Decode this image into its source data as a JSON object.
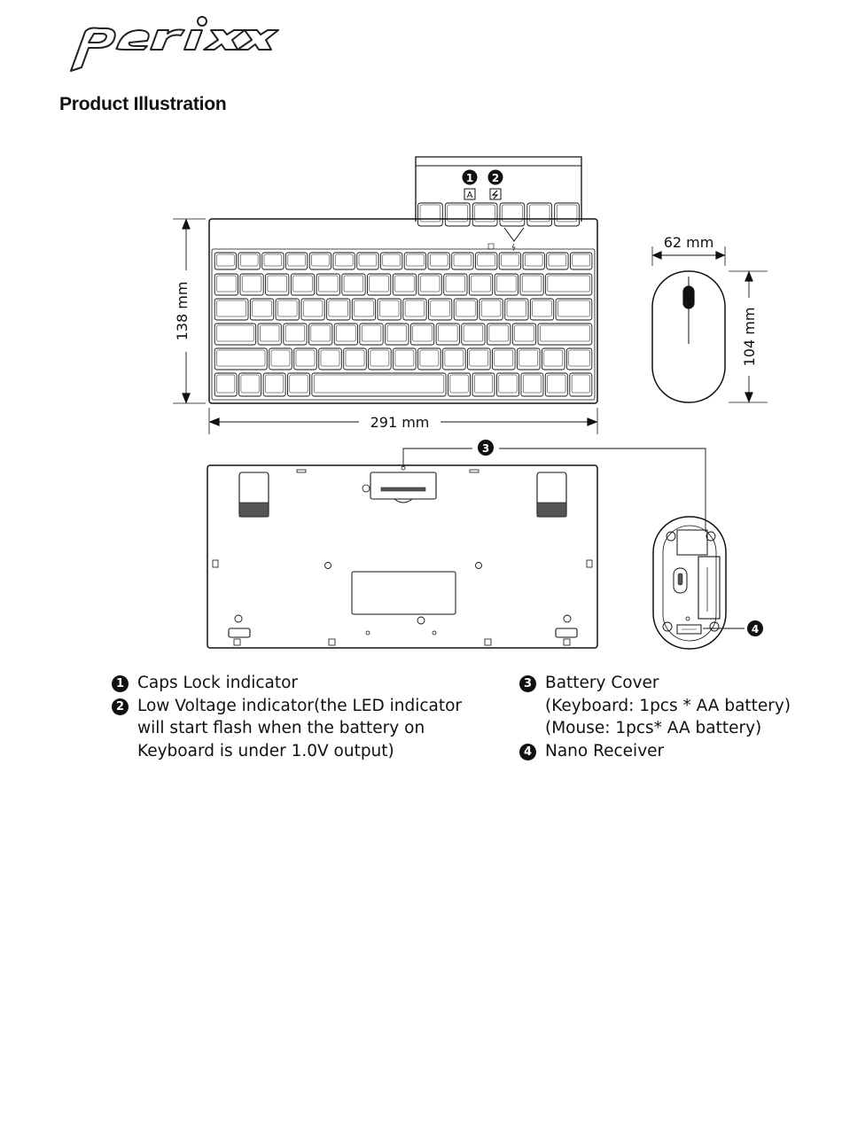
{
  "brand": "perixx",
  "heading": "Product Illustration",
  "dimensions": {
    "keyboard_height": "138 mm",
    "keyboard_width": "291 mm",
    "mouse_width": "62 mm",
    "mouse_length": "104 mm"
  },
  "callouts": [
    "1",
    "2",
    "3",
    "4"
  ],
  "legend": [
    {
      "num": "1",
      "lines": [
        "Caps Lock indicator"
      ]
    },
    {
      "num": "2",
      "lines": [
        "Low Voltage indicator(the LED indicator",
        "will start flash when the battery on",
        "Keyboard is under 1.0V output)"
      ]
    },
    {
      "num": "3",
      "lines": [
        "Battery Cover",
        "(Keyboard: 1pcs * AA battery)",
        "(Mouse: 1pcs* AA battery)"
      ]
    },
    {
      "num": "4",
      "lines": [
        "Nano Receiver"
      ]
    }
  ],
  "icons": [
    "perixx-logo",
    "caps-lock-icon",
    "low-battery-icon",
    "keyboard-top-view",
    "keyboard-bottom-view",
    "mouse-top-view",
    "mouse-bottom-view"
  ]
}
